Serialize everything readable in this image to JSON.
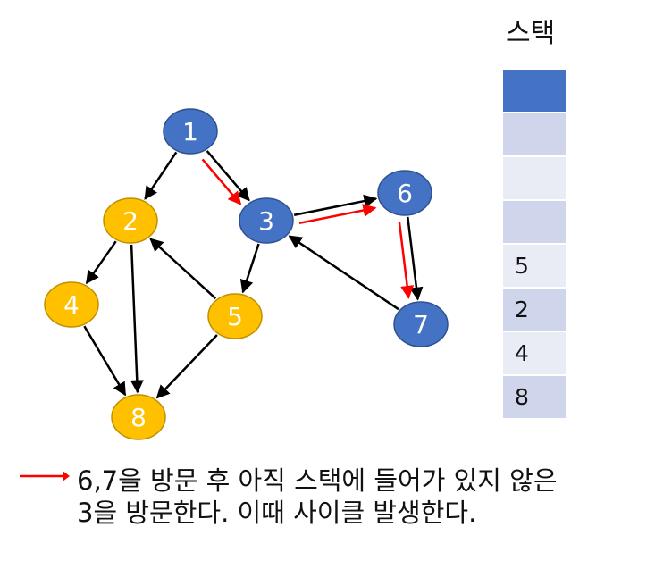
{
  "colors": {
    "visited_node": "#4472C4",
    "unvisited_node": "#FFC000",
    "node_stroke": "#2F528F",
    "node_stroke_yellow": "#BF9000",
    "edge": "#000000",
    "trace_arrow": "#FF0000",
    "stack_top": "#4472C4",
    "stack_dark": "#CFD5EA",
    "stack_light": "#E9EBF5"
  },
  "graph": {
    "nodes": [
      {
        "id": "1",
        "label": "1",
        "state": "visited"
      },
      {
        "id": "2",
        "label": "2",
        "state": "unvisited"
      },
      {
        "id": "3",
        "label": "3",
        "state": "visited"
      },
      {
        "id": "4",
        "label": "4",
        "state": "unvisited"
      },
      {
        "id": "5",
        "label": "5",
        "state": "unvisited"
      },
      {
        "id": "6",
        "label": "6",
        "state": "visited"
      },
      {
        "id": "7",
        "label": "7",
        "state": "visited"
      },
      {
        "id": "8",
        "label": "8",
        "state": "unvisited"
      }
    ],
    "edges": [
      {
        "from": "1",
        "to": "2"
      },
      {
        "from": "1",
        "to": "3"
      },
      {
        "from": "2",
        "to": "4"
      },
      {
        "from": "2",
        "to": "8"
      },
      {
        "from": "4",
        "to": "8"
      },
      {
        "from": "5",
        "to": "2"
      },
      {
        "from": "5",
        "to": "8"
      },
      {
        "from": "3",
        "to": "5"
      },
      {
        "from": "3",
        "to": "6"
      },
      {
        "from": "6",
        "to": "7"
      },
      {
        "from": "7",
        "to": "3"
      }
    ],
    "trace": [
      {
        "from": "1",
        "to": "3"
      },
      {
        "from": "3",
        "to": "6"
      },
      {
        "from": "6",
        "to": "7"
      }
    ]
  },
  "stack": {
    "title": "스택",
    "cells": [
      {
        "value": "",
        "shade": "top"
      },
      {
        "value": "",
        "shade": "dark"
      },
      {
        "value": "",
        "shade": "light"
      },
      {
        "value": "",
        "shade": "dark"
      },
      {
        "value": "5",
        "shade": "light"
      },
      {
        "value": "2",
        "shade": "dark"
      },
      {
        "value": "4",
        "shade": "light"
      },
      {
        "value": "8",
        "shade": "dark"
      }
    ]
  },
  "caption": {
    "line1": "6,7을 방문 후 아직 스택에 들어가 있지 않은",
    "line2": "3을 방문한다. 이때 사이클 발생한다."
  }
}
